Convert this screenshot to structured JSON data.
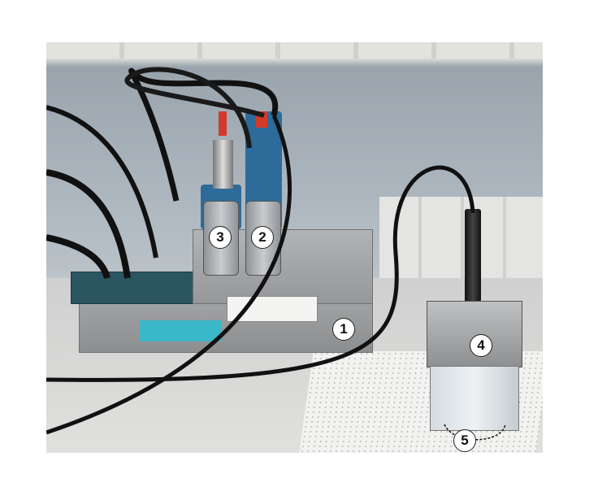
{
  "figure": {
    "callouts": [
      {
        "id": "1",
        "label": "1"
      },
      {
        "id": "2",
        "label": "2"
      },
      {
        "id": "3",
        "label": "3"
      },
      {
        "id": "4",
        "label": "4"
      },
      {
        "id": "5",
        "label": "5"
      }
    ],
    "colors": {
      "device_body": "#9d9fa1",
      "cyan_label": "#3bb8c8",
      "connector_red": "#d43a2a",
      "connector_blue": "#2d6c9a"
    }
  }
}
